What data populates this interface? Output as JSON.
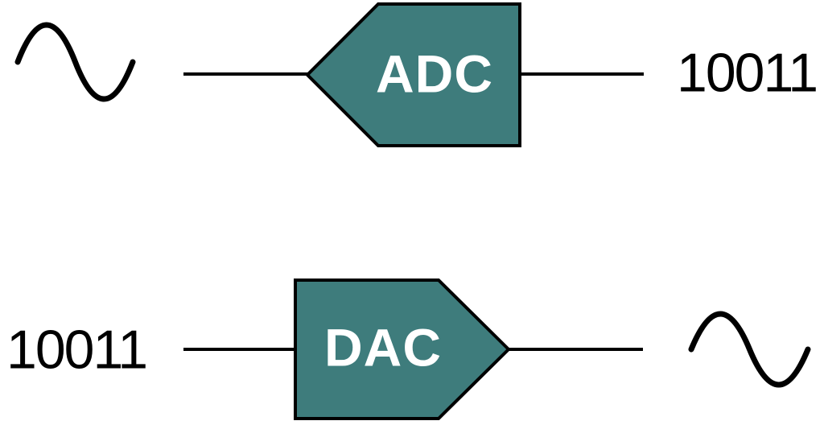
{
  "diagram": {
    "background_color": "#ffffff",
    "wire_color": "#000000",
    "signal_color": "#000000",
    "block_fill_color": "#3e7c7c",
    "block_border_color": "#000000",
    "block_label_color": "#ffffff",
    "bits_text_color": "#000000"
  },
  "adc_row": {
    "analog_input_icon": "sine-wave-icon",
    "block_label": "ADC",
    "output_bits": "10011"
  },
  "dac_row": {
    "input_bits": "10011",
    "block_label": "DAC",
    "analog_output_icon": "sine-wave-icon"
  }
}
